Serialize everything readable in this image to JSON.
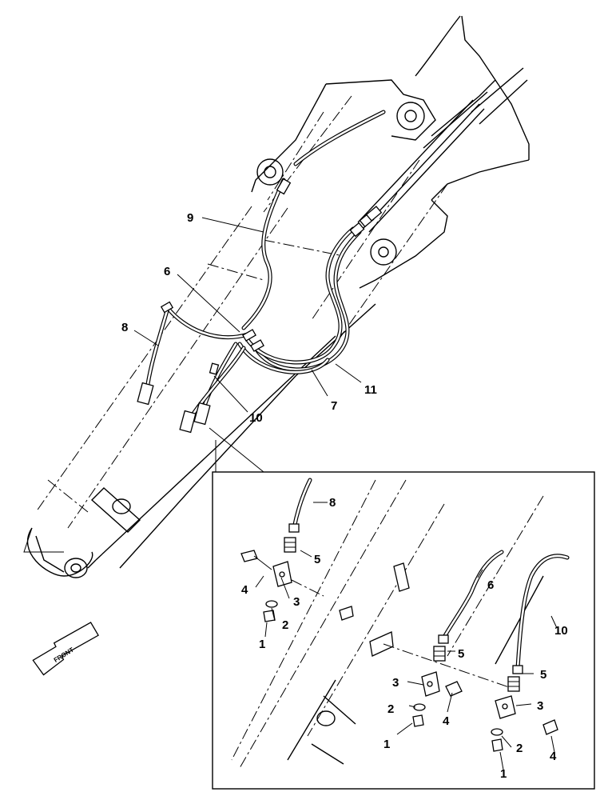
{
  "diagram": {
    "direction_label": "FRONT",
    "callouts": {
      "c1": "1",
      "c2": "2",
      "c3": "3",
      "c4": "4",
      "c5": "5",
      "c6": "6",
      "c7": "7",
      "c8": "8",
      "c9": "9",
      "c10": "10",
      "c11": "11"
    }
  }
}
